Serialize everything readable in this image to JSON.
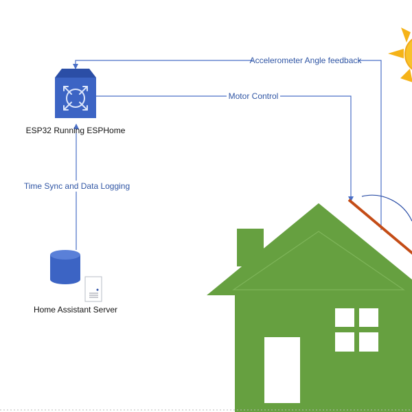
{
  "nodes": {
    "esp32": {
      "label": "ESP32 Running ESPHome"
    },
    "server": {
      "label": "Home Assistant Server"
    },
    "house": {
      "label": ""
    },
    "sun": {
      "label": ""
    },
    "panel": {
      "label": ""
    }
  },
  "edges": {
    "angle_feedback": {
      "label": "Accelerometer Angle feedback"
    },
    "motor_control": {
      "label": "Motor Control"
    },
    "time_sync": {
      "label": "Time Sync and Data Logging"
    }
  },
  "colors": {
    "connector": "#4a6fc6",
    "edge_label": "#2f55a4",
    "chip_fill": "#3c64c4",
    "chip_dark": "#2b4ea6",
    "database": "#3c64c4",
    "house": "#66a040",
    "panel": "#c44c16",
    "sun_ray": "#f5b318",
    "sun_body": "#f8c22a"
  }
}
